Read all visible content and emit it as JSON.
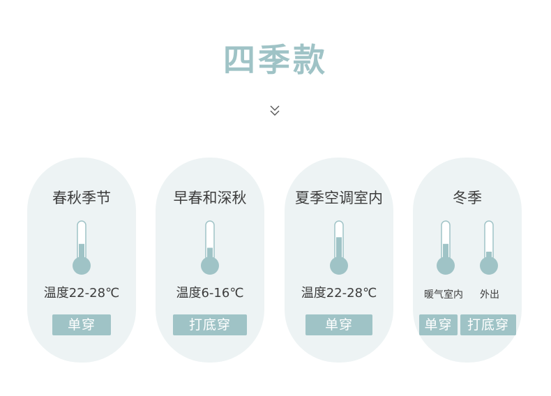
{
  "title": "四季款",
  "colors": {
    "accent": "#9fc3c6",
    "card_bg": "#edf3f4",
    "text": "#3c3c3c"
  },
  "icons": {
    "chevron": "double-chevron-down-icon",
    "thermometer": "thermometer-icon"
  },
  "cards": [
    {
      "title": "春秋季节",
      "temp": "温度22-28℃",
      "badges": [
        "单穿"
      ],
      "levels": [
        0.45
      ]
    },
    {
      "title": "早春和深秋",
      "temp": "温度6-16℃",
      "badges": [
        "打底穿"
      ],
      "levels": [
        0.35
      ]
    },
    {
      "title": "夏季空调室内",
      "temp": "温度22-28℃",
      "badges": [
        "单穿"
      ],
      "levels": [
        0.62
      ]
    },
    {
      "title": "冬季",
      "subs": [
        "暖气室内",
        "外出"
      ],
      "badges": [
        "单穿",
        "打底穿"
      ],
      "levels": [
        0.45,
        0.25
      ]
    }
  ]
}
